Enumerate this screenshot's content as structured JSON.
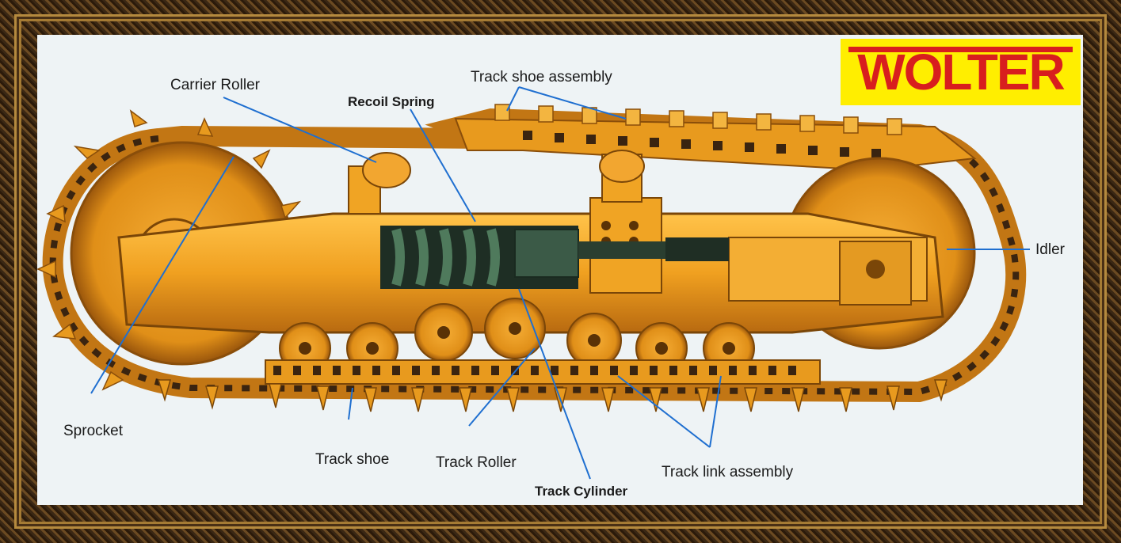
{
  "logo": {
    "text": "WOLTER"
  },
  "labels": {
    "carrier_roller": "Carrier Roller",
    "recoil_spring": "Recoil Spring",
    "track_shoe_assembly": "Track shoe assembly",
    "idler": "Idler",
    "sprocket": "Sprocket",
    "track_shoe": "Track shoe",
    "track_roller": "Track Roller",
    "track_cylinder": "Track Cylinder",
    "track_link_assembly": "Track link assembly"
  },
  "colors": {
    "machine": "#f0a020",
    "machine_dark": "#b86a10",
    "machine_light": "#ffc34a",
    "spring": "#2f4a3a",
    "leader": "#1f6fd0",
    "logo_bg": "#ffee00",
    "logo_text": "#d81e1e"
  }
}
